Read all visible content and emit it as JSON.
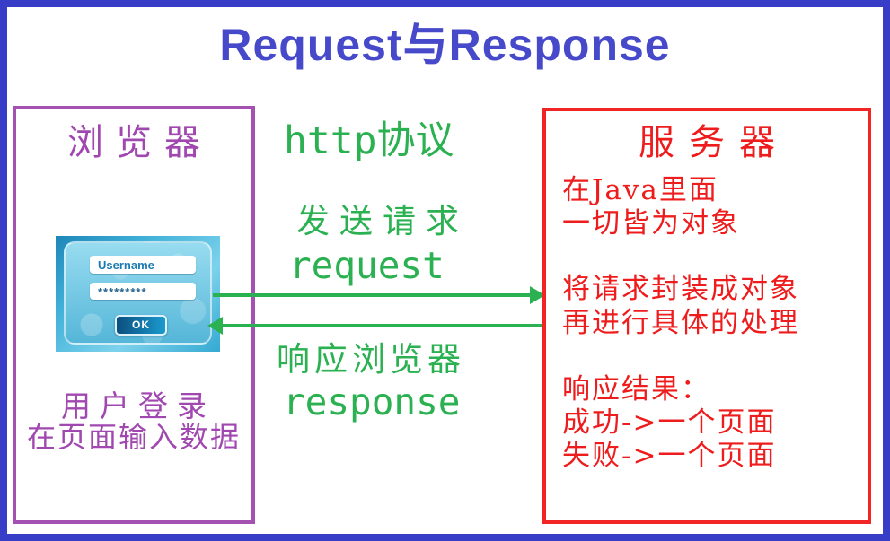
{
  "title": "Request与Response",
  "browser": {
    "title": "浏览器",
    "caption_line1": "用户登录",
    "caption_line2": "在页面输入数据",
    "login_form": {
      "username": "Username",
      "password_mask": "*********",
      "ok_label": "OK"
    }
  },
  "flow": {
    "protocol": "http协议",
    "request_cn": "发送请求",
    "request_en": "request",
    "response_cn": "响应浏览器",
    "response_en": "response"
  },
  "server": {
    "title": "服务器",
    "lines": [
      "在Java里面",
      "一切皆为对象",
      "将请求封装成对象",
      "再进行具体的处理",
      "响应结果：",
      "成功->一个页面",
      "失败->一个页面"
    ]
  },
  "colors": {
    "frame_blue": "#383dc8",
    "title_blue": "#4649ca",
    "browser_purple": "#a048b0",
    "server_red": "#ee1c1c",
    "arrow_green": "#2bb151"
  }
}
